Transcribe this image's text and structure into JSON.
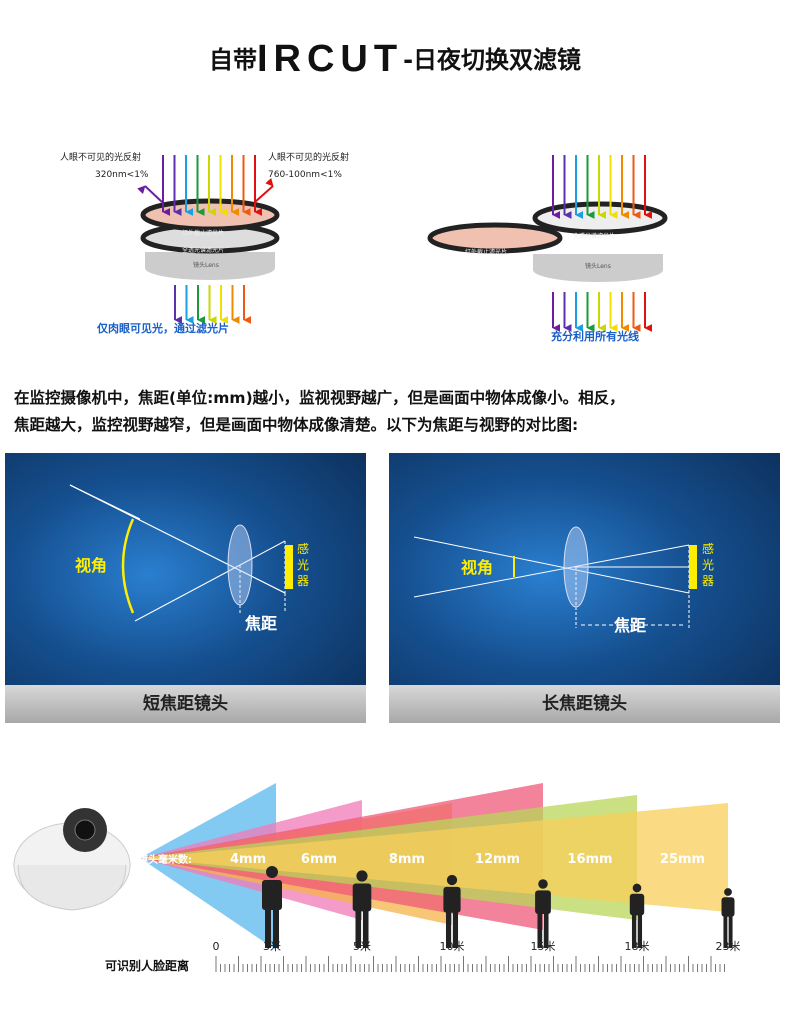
{
  "title": {
    "prefix": "自带",
    "big": "IRCUT",
    "suffix": "-日夜切换双滤镜"
  },
  "filter_left": {
    "left_note_1": "人眼不可见的光反射",
    "left_note_2": "320nm<1%",
    "right_note_1": "人眼不可见的光反射",
    "right_note_2": "760-100nm<1%",
    "ir_filter": "红外截止滤光片",
    "full_filter": "全透光谱滤光片",
    "lens": "镜头Lens",
    "caption": "仅肉眼可见光，通过滤光片"
  },
  "filter_right": {
    "ir_filter": "红外截止滤光片",
    "full_filter": "全透光谱滤光片",
    "lens": "镜头Lens",
    "caption": "充分利用所有光线"
  },
  "colors": {
    "rainbow": [
      "#6a1fa0",
      "#5a30b0",
      "#1aa0e0",
      "#1a9a3a",
      "#c8d800",
      "#f0e000",
      "#f08a00",
      "#f05a10",
      "#e01010"
    ],
    "caption_blue": "#1a5fc8"
  },
  "paragraph": {
    "line1": "在监控摄像机中，焦距(单位:mm)越小，监视视野越广，但是画面中物体成像小。相反，",
    "line2": "焦距越大，监控视野越窄，但是画面中物体成像清楚。以下为焦距与视野的对比图:"
  },
  "panels": [
    {
      "angle": "视角",
      "focal": "焦距",
      "sensor": [
        "感",
        "光",
        "器"
      ],
      "label": "短焦距镜头"
    },
    {
      "angle": "视角",
      "focal": "焦距",
      "sensor": [
        "感",
        "光",
        "器"
      ],
      "label": "长焦距镜头"
    }
  ],
  "range": {
    "lens_prefix": "镜头毫米数: ",
    "lenses": [
      {
        "mm": "4mm",
        "color": "#58b8ee"
      },
      {
        "mm": "6mm",
        "color": "#f27ab8"
      },
      {
        "mm": "8mm",
        "color": "#f5b34a"
      },
      {
        "mm": "12mm",
        "color": "#ef5a78"
      },
      {
        "mm": "16mm",
        "color": "#b8d65a"
      },
      {
        "mm": "25mm",
        "color": "#f8cf5a"
      }
    ],
    "distances": [
      "0",
      "3米",
      "5米",
      "10米",
      "15米",
      "18米",
      "23米"
    ],
    "scale_label": "可识别人脸距离"
  }
}
